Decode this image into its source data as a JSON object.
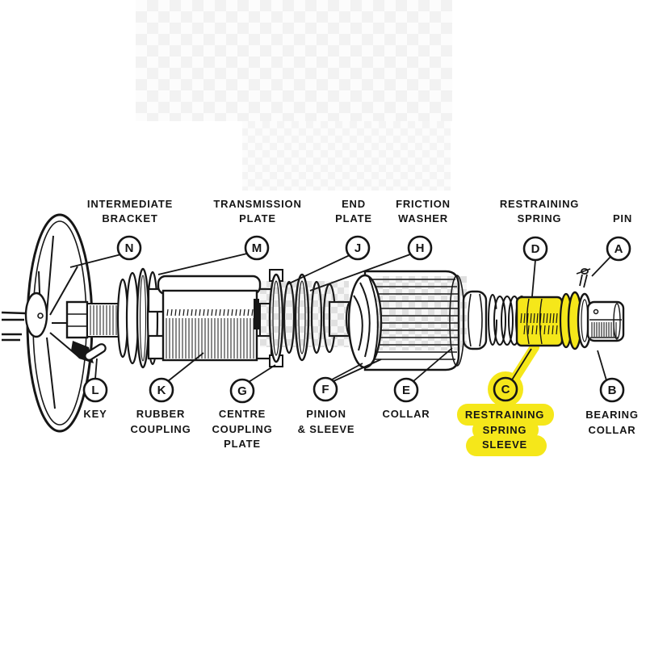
{
  "diagram": {
    "background": "#ffffff",
    "ink_color": "#161616",
    "highlight_color": "#f5e71a",
    "highlighted_part": "RESTRAINING SPRING SLEEVE",
    "callouts": {
      "intermediate_bracket": {
        "letter": "N",
        "line1": "INTERMEDIATE",
        "line2": "BRACKET"
      },
      "transmission_plate": {
        "letter": "M",
        "line1": "TRANSMISSION",
        "line2": "PLATE"
      },
      "end_plate": {
        "letter": "J",
        "line1": "END",
        "line2": "PLATE"
      },
      "friction_washer": {
        "letter": "H",
        "line1": "FRICTION",
        "line2": "WASHER"
      },
      "restraining_spring": {
        "letter": "D",
        "line1": "RESTRAINING",
        "line2": "SPRING"
      },
      "pin": {
        "letter": "A",
        "line1": "PIN"
      },
      "key": {
        "letter": "L",
        "line1": "KEY"
      },
      "rubber_coupling": {
        "letter": "K",
        "line1": "RUBBER",
        "line2": "COUPLING"
      },
      "centre_coupling_plate": {
        "letter": "G",
        "line1": "CENTRE",
        "line2": "COUPLING",
        "line3": "PLATE"
      },
      "pinion_sleeve": {
        "letter": "F",
        "line1": "PINION",
        "line2": "& SLEEVE"
      },
      "collar": {
        "letter": "E",
        "line1": "COLLAR"
      },
      "restraining_spring_sleeve": {
        "letter": "C",
        "line1": "RESTRAINING",
        "line2": "SPRING",
        "line3": "SLEEVE",
        "highlighted": true
      },
      "bearing_collar": {
        "letter": "B",
        "line1": "BEARING",
        "line2": "COLLAR"
      }
    }
  }
}
